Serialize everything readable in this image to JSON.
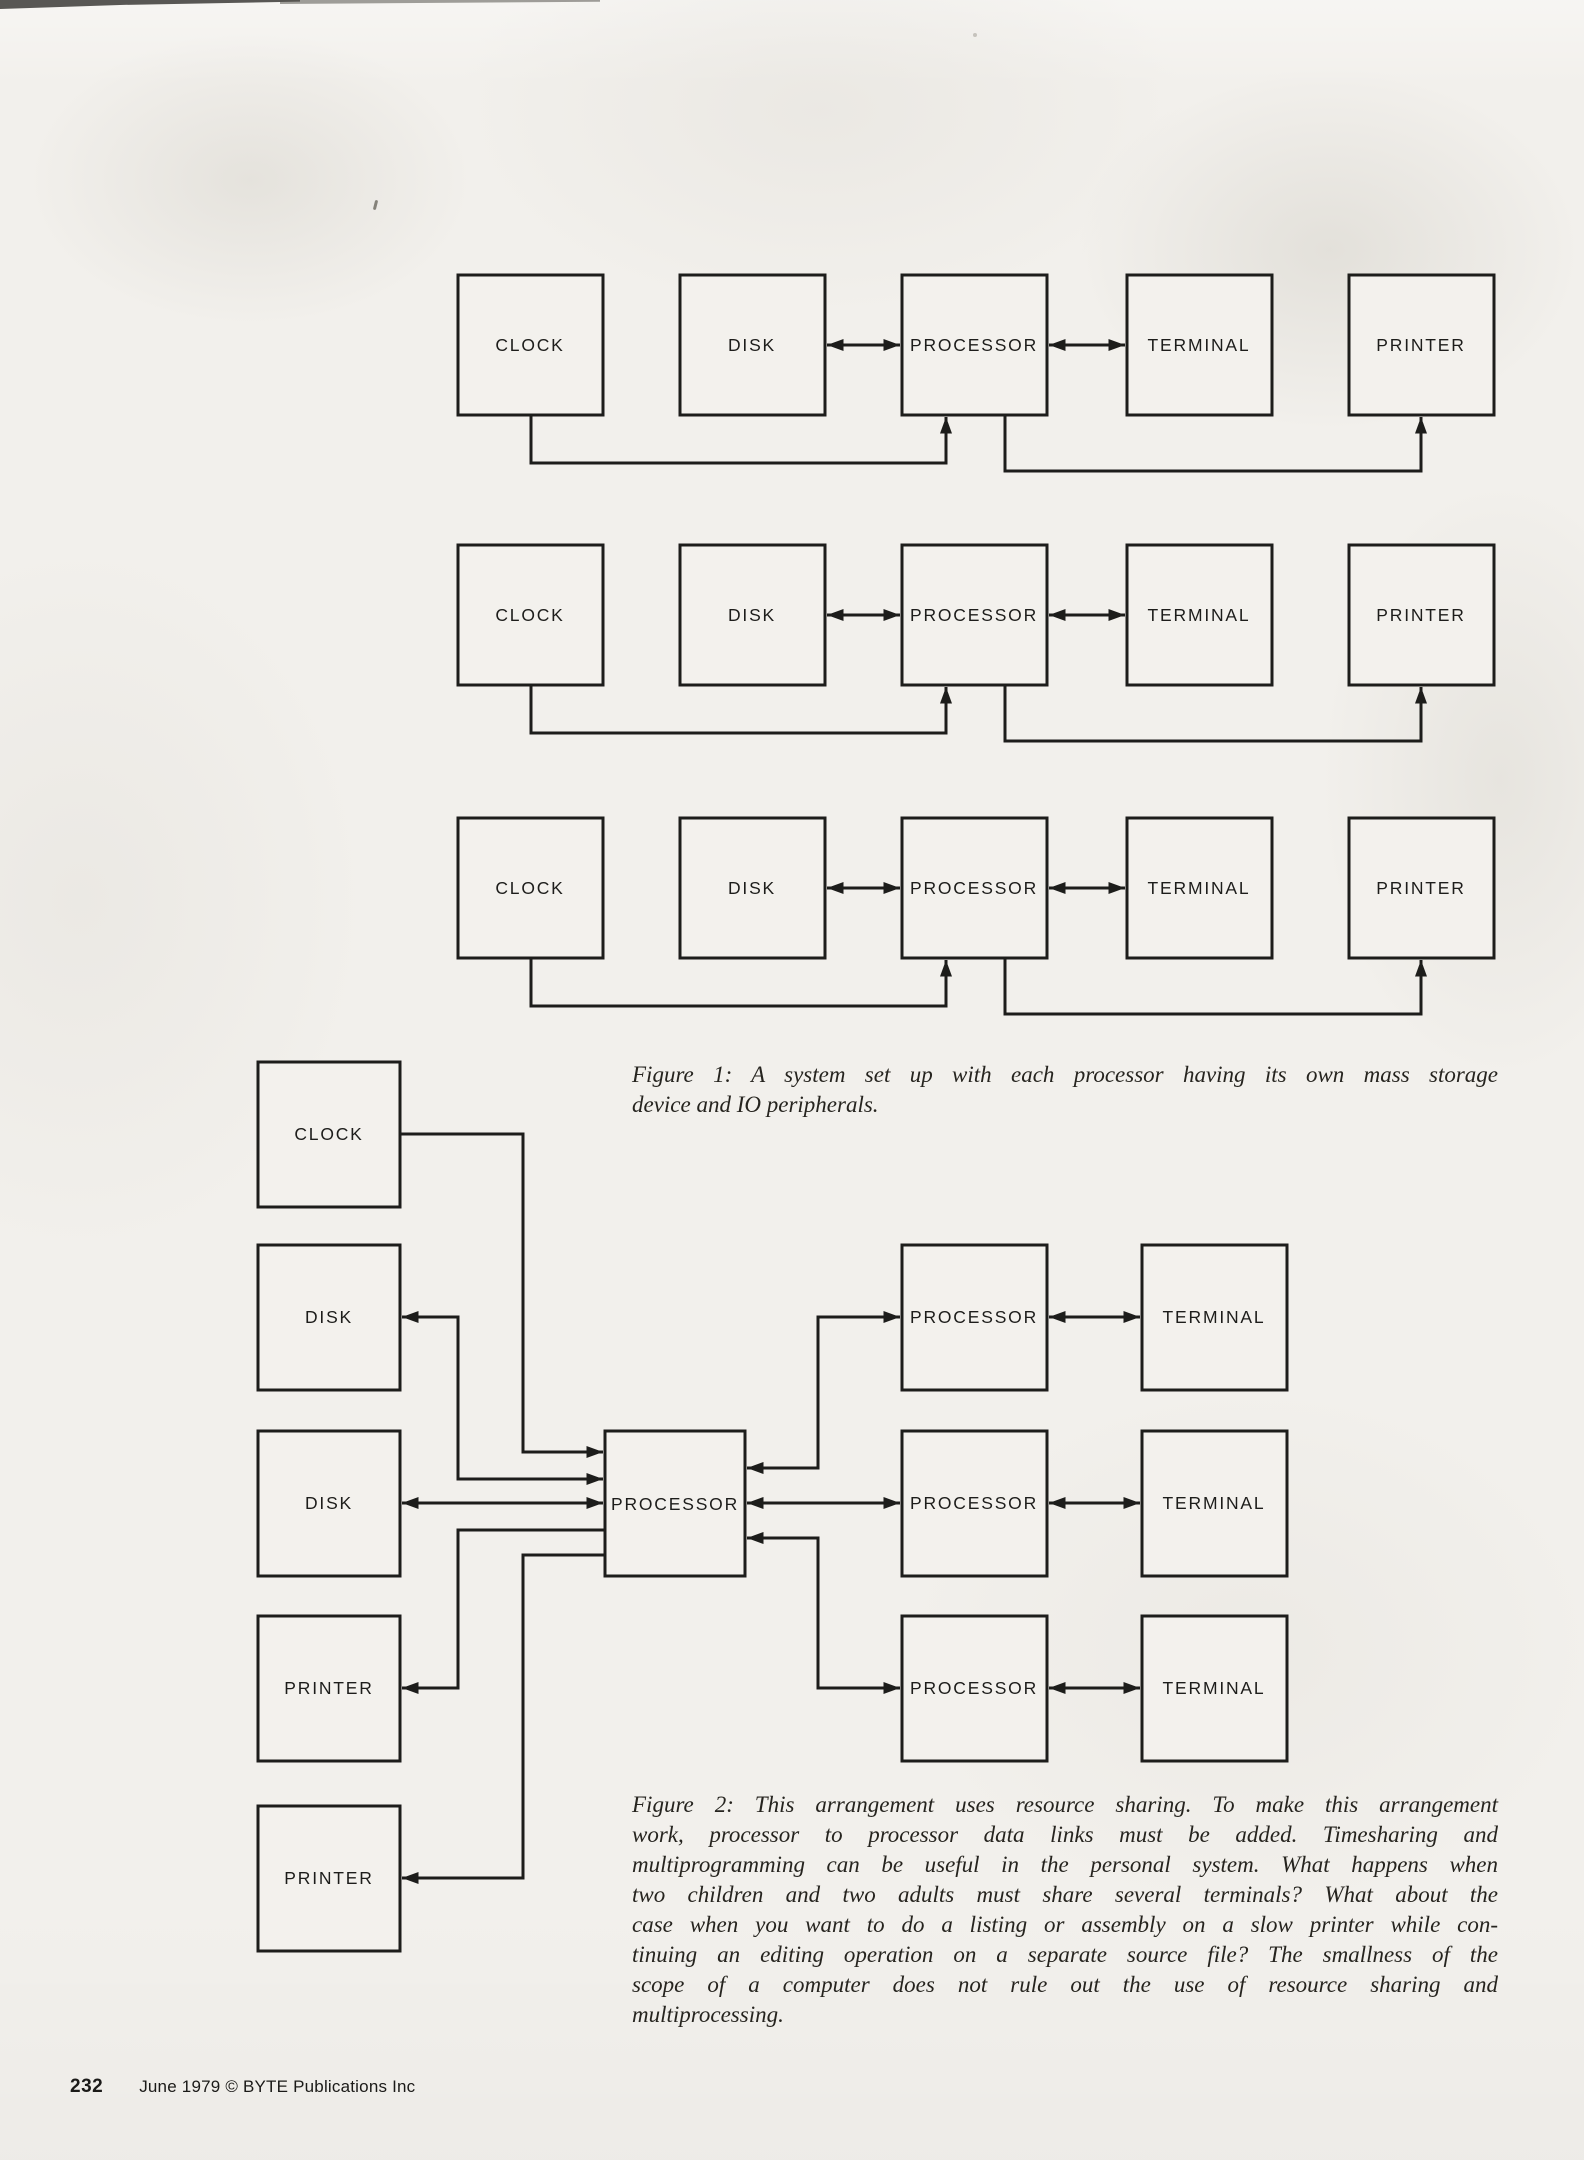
{
  "page": {
    "paper_color": "#f2f0ec",
    "ink_color": "#1d1d1b",
    "footer": {
      "page_number": "232",
      "credit": "June 1979 © BYTE Publications Inc"
    }
  },
  "figure1": {
    "box_labels": [
      "CLOCK",
      "DISK",
      "PROCESSOR",
      "TERMINAL",
      "PRINTER"
    ],
    "caption_lines": [
      "Figure 1: A system set up with each processor having its own mass storage",
      "device and IO peripherals."
    ]
  },
  "figure2": {
    "left_labels": [
      "CLOCK",
      "DISK",
      "DISK",
      "PRINTER",
      "PRINTER"
    ],
    "center_label": "PROCESSOR",
    "processor_label": "PROCESSOR",
    "terminal_label": "TERMINAL",
    "caption_lines": [
      "Figure 2: This arrangement uses resource sharing. To make this arrangement",
      "work, processor to processor data links must be added. Timesharing and",
      "multiprogramming can be useful in the personal system. What happens when",
      "two children and two adults must share several terminals? What about the",
      "case when you want to do a listing or assembly on a slow printer while con-",
      "tinuing an editing operation on a separate source file? The smallness of the",
      "scope of a computer does not rule out the use of resource sharing and",
      "multiprocessing."
    ]
  }
}
